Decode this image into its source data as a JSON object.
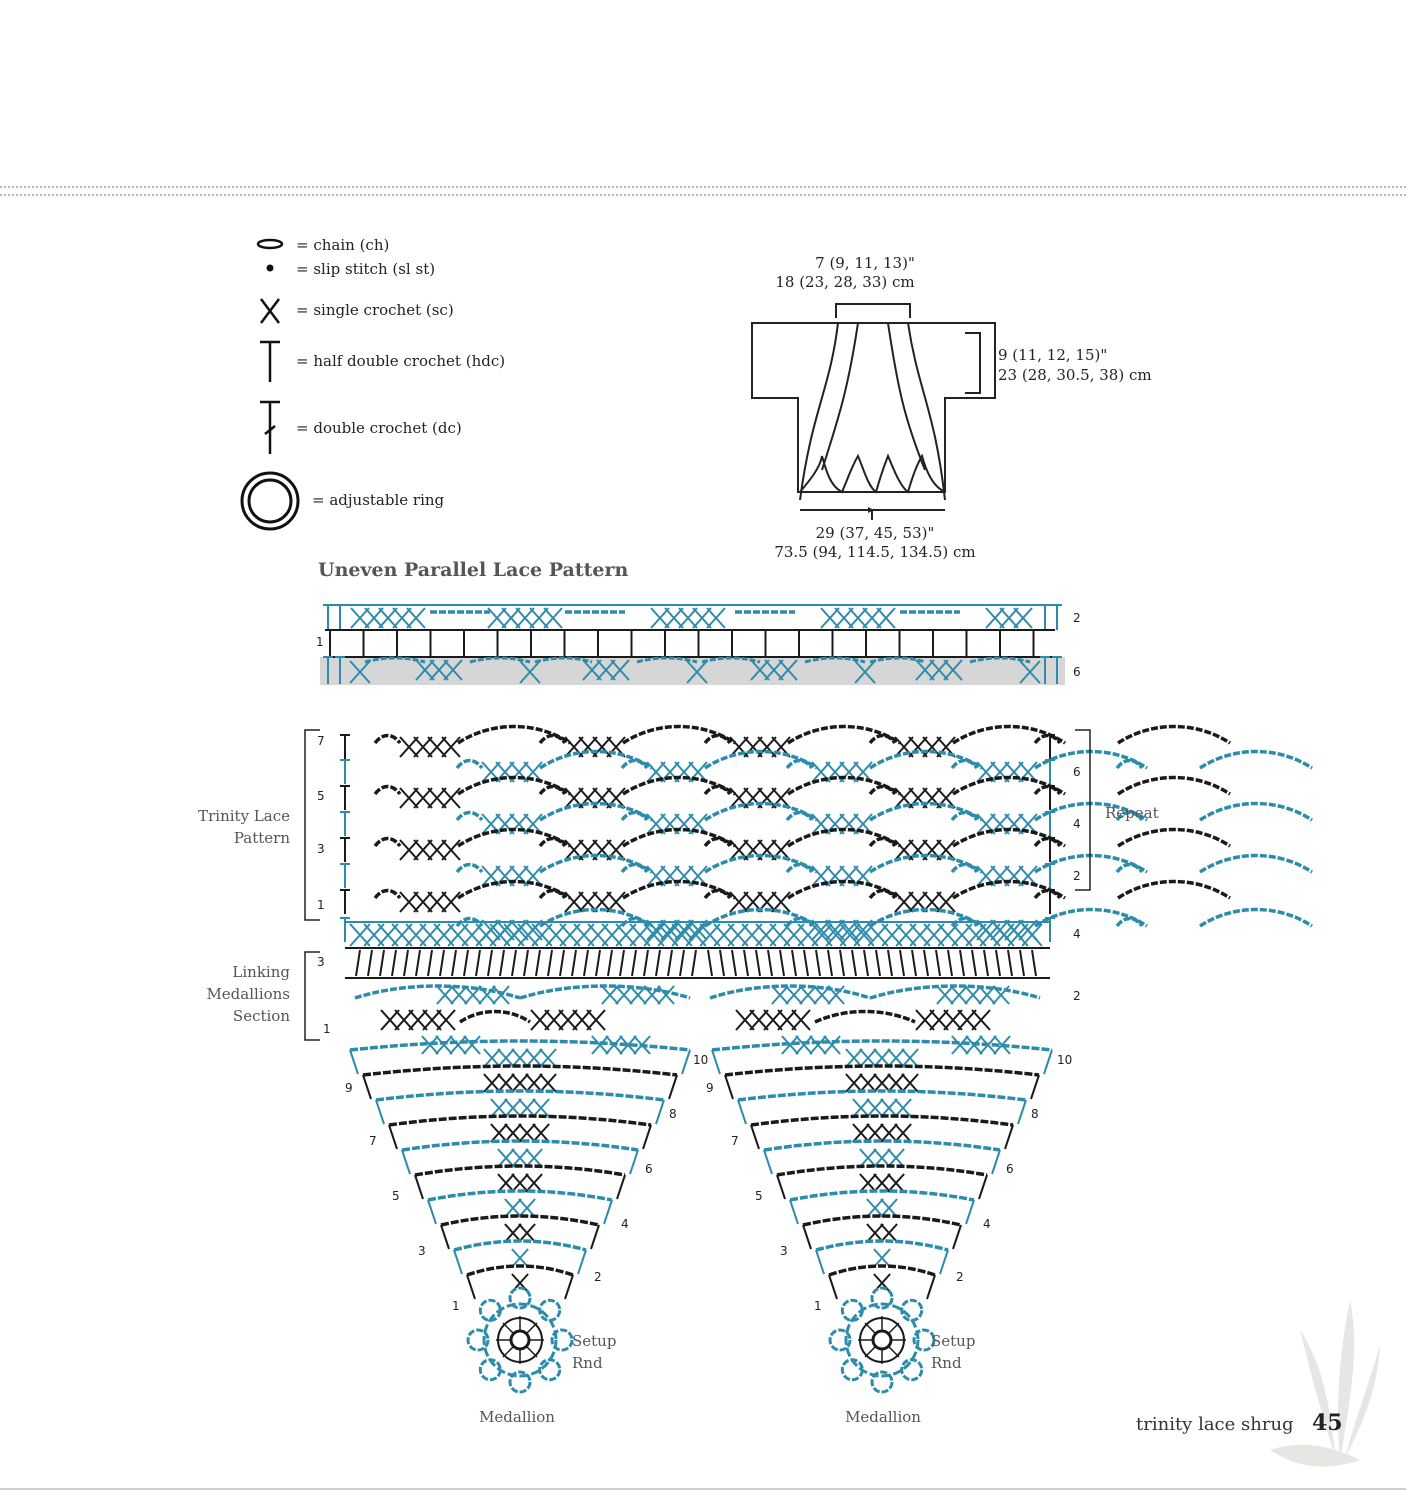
{
  "legend": [
    {
      "icon": "chain-icon",
      "label": "= chain (ch)"
    },
    {
      "icon": "slip-stitch-icon",
      "label": "= slip stitch (sl st)"
    },
    {
      "icon": "single-crochet-icon",
      "label": "= single crochet (sc)"
    },
    {
      "icon": "half-double-crochet-icon",
      "label": "= half double crochet (hdc)"
    },
    {
      "icon": "double-crochet-icon",
      "label": "= double crochet (dc)"
    },
    {
      "icon": "adjustable-ring-icon",
      "label": "= adjustable ring"
    }
  ],
  "schematic": {
    "neck_in": "7 (9, 11, 13)\"",
    "neck_cm": "18 (23, 28, 33) cm",
    "sleeve_in": "9 (11, 12, 15)\"",
    "sleeve_cm": "23 (28, 30.5, 38) cm",
    "width_in": "29 (37, 45, 53)\"",
    "width_cm": "73.5 (94, 114.5, 134.5) cm"
  },
  "chart": {
    "title": "Uneven Parallel Lace Pattern",
    "sections": {
      "trinity": "Trinity Lace Pattern",
      "linking": "Linking Medallions Section",
      "repeat": "Repeat"
    },
    "top_left_rows": [
      "1"
    ],
    "top_right_rows": [
      "2",
      "6"
    ],
    "main_left_rows": [
      "7",
      "5",
      "3",
      "1",
      "3",
      "1"
    ],
    "main_right_rows": [
      "6",
      "4",
      "2",
      "4",
      "2"
    ],
    "medallion_left_rows": [
      "9",
      "7",
      "5",
      "3",
      "1"
    ],
    "medallion_right_rows": [
      "10",
      "8",
      "6",
      "4",
      "2"
    ],
    "setup": "Setup Rnd",
    "medallion_label": "Medallion"
  },
  "footer": {
    "title": "trinity lace shrug",
    "page": "45"
  },
  "colors": {
    "black_yarn": "#1a1a1a",
    "blue_yarn": "#2d8cab",
    "shade": "#d6d6d6"
  }
}
